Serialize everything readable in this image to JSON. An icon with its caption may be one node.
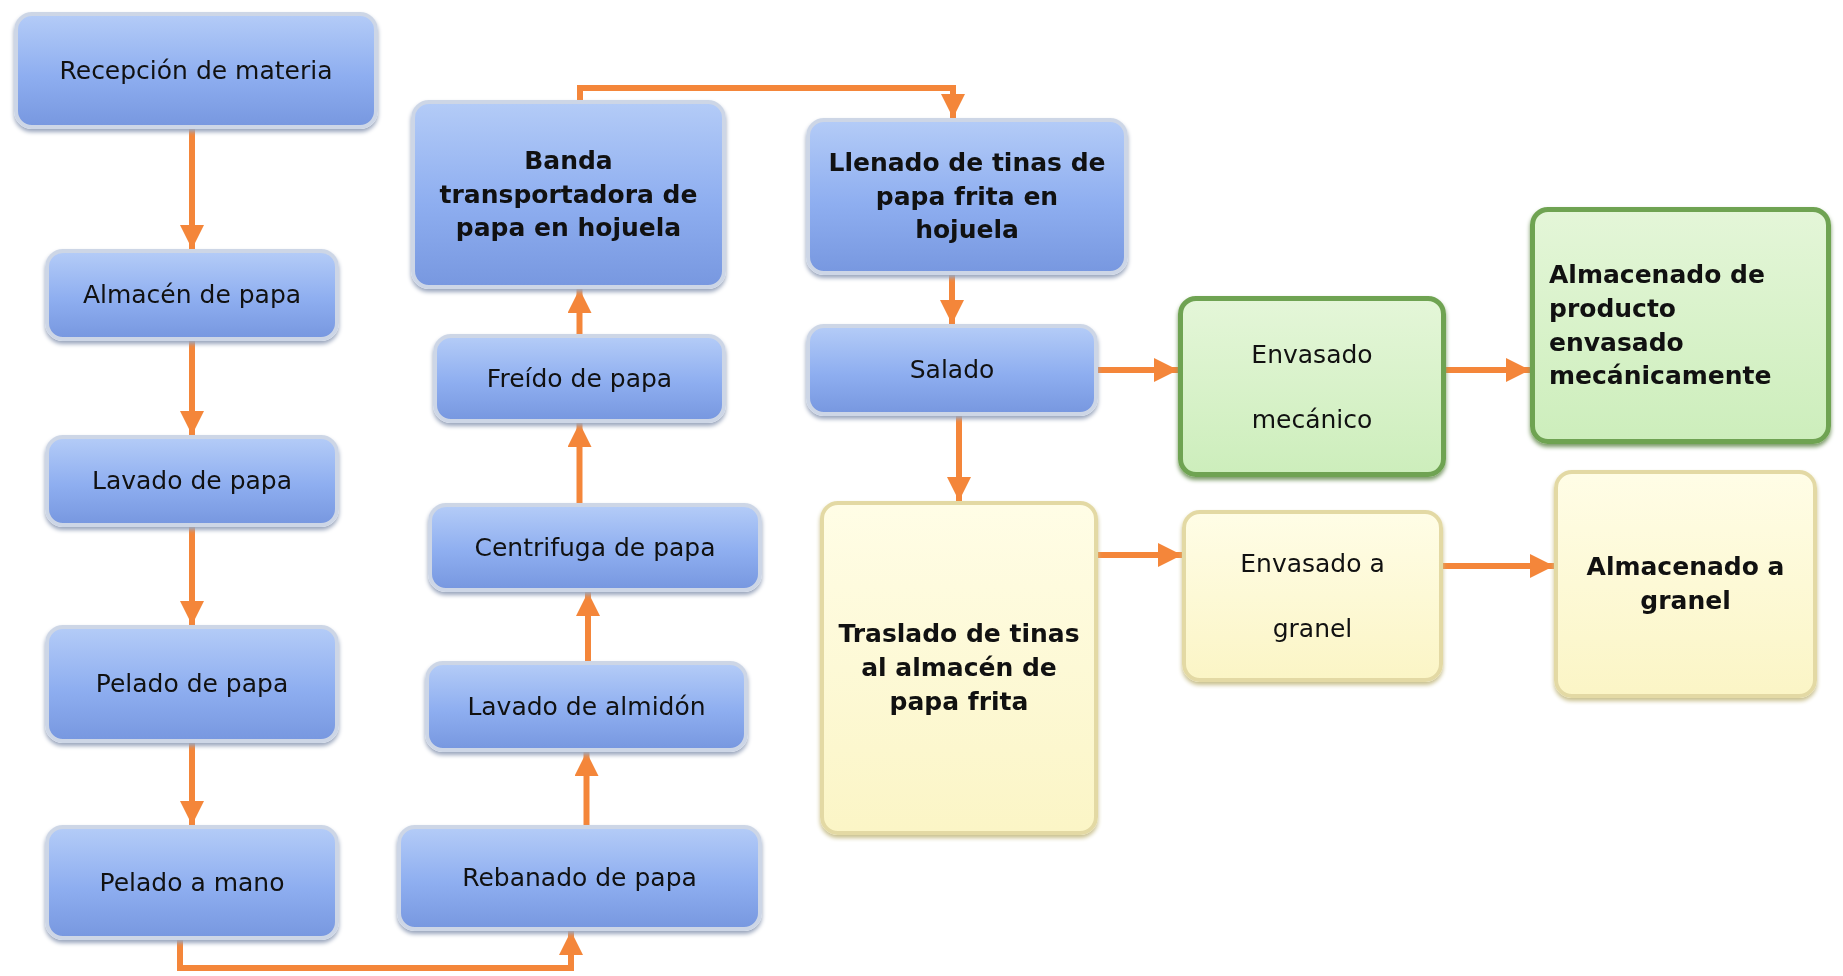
{
  "diagram": {
    "nodes": [
      {
        "text": [
          "Recepción de materia"
        ]
      },
      {
        "text": [
          "Almacén de papa"
        ]
      },
      {
        "text": [
          "Lavado de papa"
        ]
      },
      {
        "text": [
          "Pelado de papa"
        ]
      },
      {
        "text": [
          "Pelado a mano"
        ]
      },
      {
        "text": [
          "Rebanado de papa"
        ]
      },
      {
        "text": [
          "Lavado de almidón"
        ]
      },
      {
        "text": [
          "Centrifuga de papa"
        ]
      },
      {
        "text": [
          "Freído de papa"
        ]
      },
      {
        "text": [
          "Banda transportadora de papa en hojuela"
        ]
      },
      {
        "text": [
          "Llenado de tinas de papa frita en hojuela"
        ]
      },
      {
        "text": [
          "Salado"
        ]
      },
      {
        "text": [
          "Envasado mecánico"
        ]
      },
      {
        "text": [
          "Almacenado de producto envasado mecánicamente"
        ]
      },
      {
        "text": [
          "Traslado de tinas al almacén de papa frita"
        ]
      },
      {
        "text": [
          "Envasado a granel"
        ]
      },
      {
        "text": [
          "Almacenado a granel"
        ]
      }
    ],
    "edges": [
      {
        "from": 0,
        "to": 1,
        "arrow": "to"
      },
      {
        "from": 1,
        "to": 2,
        "arrow": "to"
      },
      {
        "from": 2,
        "to": 3,
        "arrow": "to"
      },
      {
        "from": 3,
        "to": 4,
        "arrow": "to"
      },
      {
        "from": 4,
        "to": 5,
        "arrow": "to"
      },
      {
        "from": 5,
        "to": 6,
        "arrow": "to"
      },
      {
        "from": 6,
        "to": 7,
        "arrow": "to"
      },
      {
        "from": 7,
        "to": 8,
        "arrow": "to"
      },
      {
        "from": 8,
        "to": 9,
        "arrow": "to"
      },
      {
        "from": 9,
        "to": 10,
        "arrow": "to"
      },
      {
        "from": 10,
        "to": 11,
        "arrow": "to"
      },
      {
        "from": 11,
        "to": 12,
        "arrow": "to"
      },
      {
        "from": 12,
        "to": 13,
        "arrow": "to"
      },
      {
        "from": 11,
        "to": 14,
        "arrow": "to"
      },
      {
        "from": 14,
        "to": 15,
        "arrow": "to"
      },
      {
        "from": 15,
        "to": 16,
        "arrow": "to"
      }
    ]
  }
}
